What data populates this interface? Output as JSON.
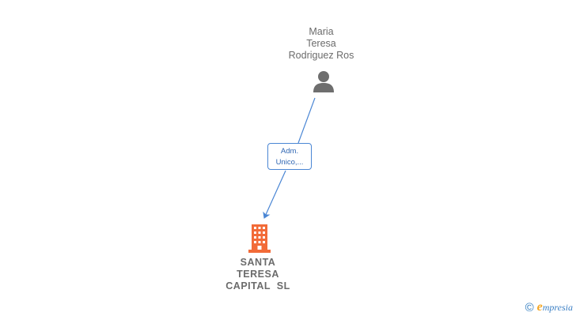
{
  "person": {
    "name_lines": [
      "Maria",
      "Teresa",
      "Rodriguez Ros"
    ],
    "icon": "person-icon"
  },
  "relation": {
    "role_lines": [
      "Adm.",
      "Unico,..."
    ],
    "color": "#4a86d4"
  },
  "company": {
    "name_lines": [
      "SANTA",
      "TERESA",
      "CAPITAL  SL"
    ],
    "icon": "building-icon",
    "color": "#f26b38"
  },
  "footer": {
    "copyright_symbol": "©",
    "brand_initial": "e",
    "brand_rest": "mpresia"
  }
}
